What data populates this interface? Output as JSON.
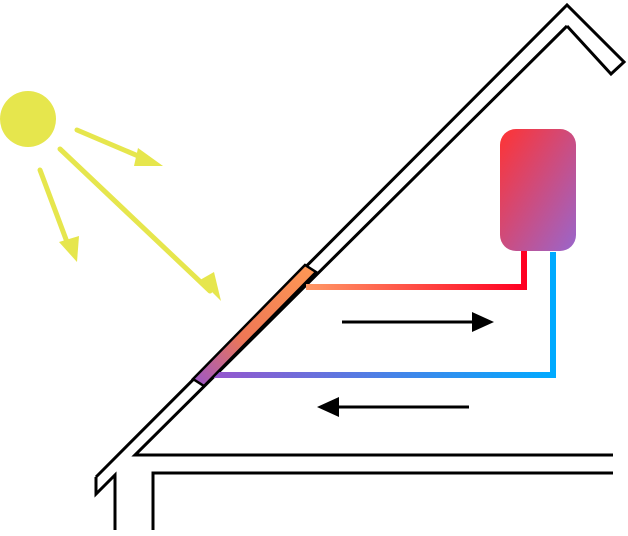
{
  "diagram": {
    "type": "solar-water-heating",
    "components": [
      {
        "id": "sun",
        "label": ""
      },
      {
        "id": "roof",
        "label": ""
      },
      {
        "id": "solar-collector",
        "label": ""
      },
      {
        "id": "hot-water-tank",
        "label": ""
      },
      {
        "id": "hot-pipe",
        "label": ""
      },
      {
        "id": "cold-pipe",
        "label": ""
      }
    ],
    "flow": {
      "hot_direction": "right",
      "cold_direction": "left"
    },
    "colors": {
      "sun": "#e6e64d",
      "sunrays": "#e6e64d",
      "outline": "#000000",
      "hot_pipe_start": "#ff9966",
      "hot_pipe_end": "#ff0000",
      "cold_pipe_start": "#9955cc",
      "cold_pipe_end": "#00aaff",
      "tank_top": "#ff3333",
      "tank_bottom": "#9966cc",
      "collector_top": "#ff9955",
      "collector_bottom": "#9955cc"
    }
  }
}
